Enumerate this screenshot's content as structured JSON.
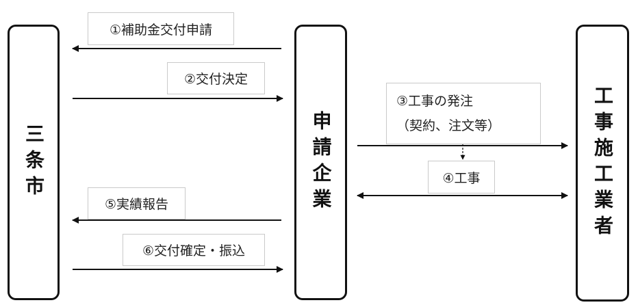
{
  "entities": {
    "city": "三条市",
    "applicant": "申請企業",
    "contractor": "工事施工業者"
  },
  "steps": {
    "s1": "①補助金交付申請",
    "s2": "②交付決定",
    "s3_line1": "③工事の発注",
    "s3_line2": "（契約、注文等）",
    "s4": "④工事",
    "s5": "⑤実績報告",
    "s6": "⑥交付確定・振込"
  },
  "colors": {
    "stroke": "#111111",
    "box_border": "#c9c9c9"
  }
}
